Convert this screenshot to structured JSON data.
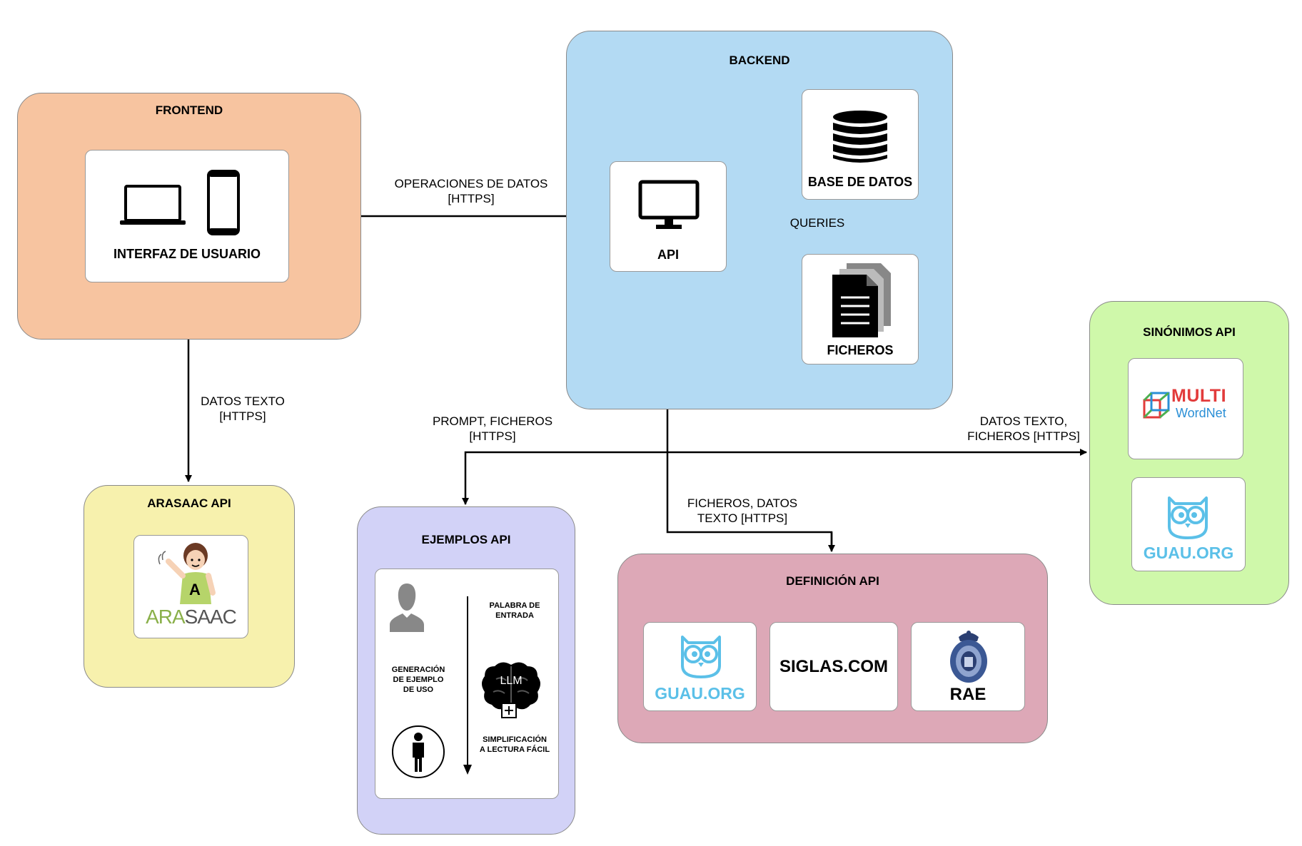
{
  "frontend": {
    "title": "FRONTEND",
    "card_label": "INTERFAZ DE USUARIO"
  },
  "backend": {
    "title": "BACKEND",
    "api_label": "API",
    "db_label": "BASE DE DATOS",
    "files_label": "FICHEROS",
    "queries_label": "QUERIES"
  },
  "arasaac": {
    "title": "ARASAAC API",
    "logo_text_1": "ARA",
    "logo_text_2": "SAAC",
    "logo_badge": "A"
  },
  "ejemplos": {
    "title": "EJEMPLOS API",
    "input_label": "PALABRA DE\nENTRADA",
    "generation_label": "GENERACIÓN\nDE EJEMPLO\nDE USO",
    "llm_label": "LLM",
    "simplification_label": "SIMPLIFICACIÓN\nA LECTURA FÁCIL"
  },
  "definicion": {
    "title": "DEFINICIÓN API",
    "guau_label": "GUAU.ORG",
    "siglas_label": "SIGLAS.COM",
    "rae_label": "RAE"
  },
  "sinonimos": {
    "title": "SINÓNIMOS API",
    "multi_line1": "MULTI",
    "multi_line2": "WordNet",
    "guau_label": "GUAU.ORG"
  },
  "edges": {
    "front_to_api": "OPERACIONES DE DATOS\n[HTTPS]",
    "front_to_arasaac": "DATOS TEXTO\n[HTTPS]",
    "api_to_ejemplos": "PROMPT, FICHEROS\n[HTTPS]",
    "api_to_sinonimos": "DATOS TEXTO,\nFICHEROS [HTTPS]",
    "api_to_definicion": "FICHEROS, DATOS\nTEXTO [HTTPS]"
  },
  "colors": {
    "frontend": "#f7c4a0",
    "backend": "#b3daf3",
    "arasaac": "#f7f1ad",
    "ejemplos": "#d2d2f7",
    "definicion": "#dda8b7",
    "sinonimos": "#cff8aa",
    "guau": "#5bc0e8",
    "arasaac_green": "#8ab04a"
  }
}
